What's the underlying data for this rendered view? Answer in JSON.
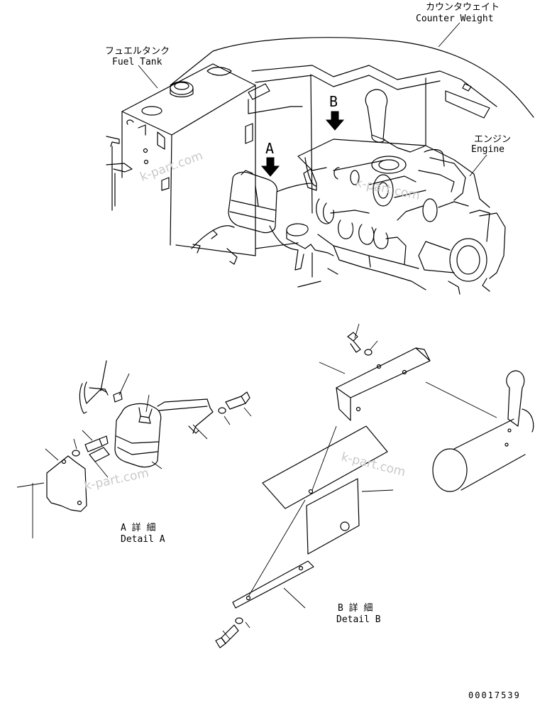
{
  "labels": {
    "counter_weight_jp": "カウンタウェイト",
    "counter_weight_en": "Counter Weight",
    "fuel_tank_jp": "フュエルタンク",
    "fuel_tank_en": "Fuel Tank",
    "engine_jp": "エンジン",
    "engine_en": "Engine",
    "arrow_a": "A",
    "arrow_b": "B",
    "detail_a_jp": "A 詳 細",
    "detail_a_en": "Detail A",
    "detail_b_jp": "B 詳 細",
    "detail_b_en": "Detail B",
    "drawing_number": "00017539"
  },
  "watermark": "k-part.com",
  "colors": {
    "line": "#000000",
    "watermark": "#c9c9c9",
    "background": "#ffffff"
  }
}
